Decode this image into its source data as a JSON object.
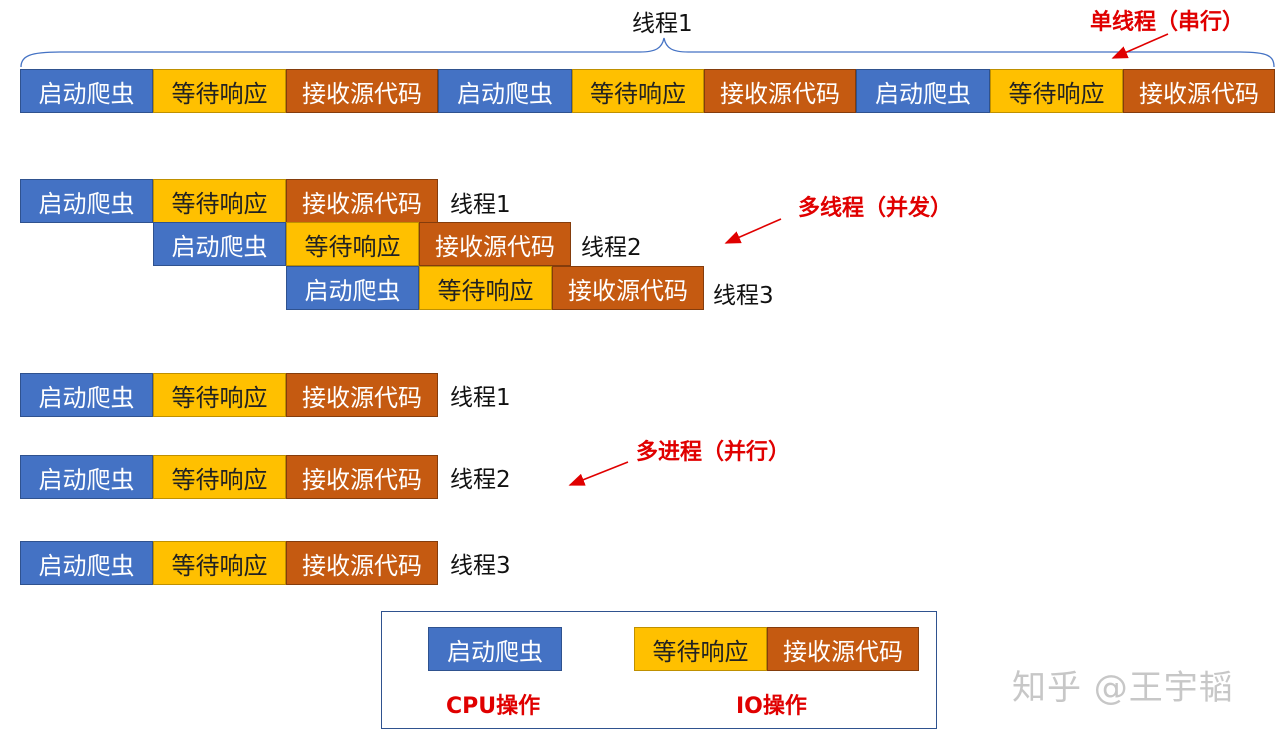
{
  "labels": {
    "start": "启动爬虫",
    "wait": "等待响应",
    "recv": "接收源代码"
  },
  "single": {
    "thread_label": "线程1",
    "title": "单线程（串行）"
  },
  "multithread": {
    "title": "多线程（并发）",
    "rows": [
      {
        "label": "线程1"
      },
      {
        "label": "线程2"
      },
      {
        "label": "线程3"
      }
    ]
  },
  "multiprocess": {
    "title": "多进程（并行）",
    "rows": [
      {
        "label": "线程1"
      },
      {
        "label": "线程2"
      },
      {
        "label": "线程3"
      }
    ]
  },
  "legend": {
    "cpu": "CPU操作",
    "io": "IO操作"
  },
  "watermark": "知乎 @王宇韬",
  "colors": {
    "start": "#4472C4",
    "wait": "#FFC000",
    "recv": "#C55A11",
    "annotation": "#E00000"
  }
}
